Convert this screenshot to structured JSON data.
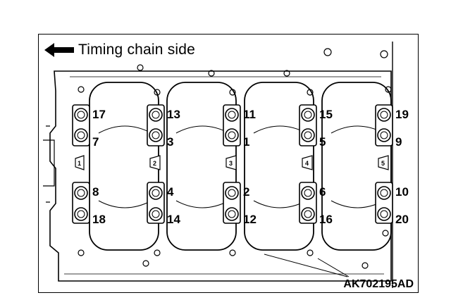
{
  "header": {
    "direction_label": "Timing chain side",
    "arrow_icon": "left-arrow-icon"
  },
  "bolts": {
    "top_row": [
      "17",
      "13",
      "11",
      "15",
      "19"
    ],
    "upper_mid_row": [
      "7",
      "3",
      "1",
      "5",
      "9"
    ],
    "lower_mid_row": [
      "8",
      "4",
      "2",
      "6",
      "10"
    ],
    "bottom_row": [
      "18",
      "14",
      "12",
      "16",
      "20"
    ]
  },
  "cylinders": [
    "1",
    "2",
    "3",
    "4",
    "5"
  ],
  "footer": {
    "part_code": "AK702195AD"
  }
}
